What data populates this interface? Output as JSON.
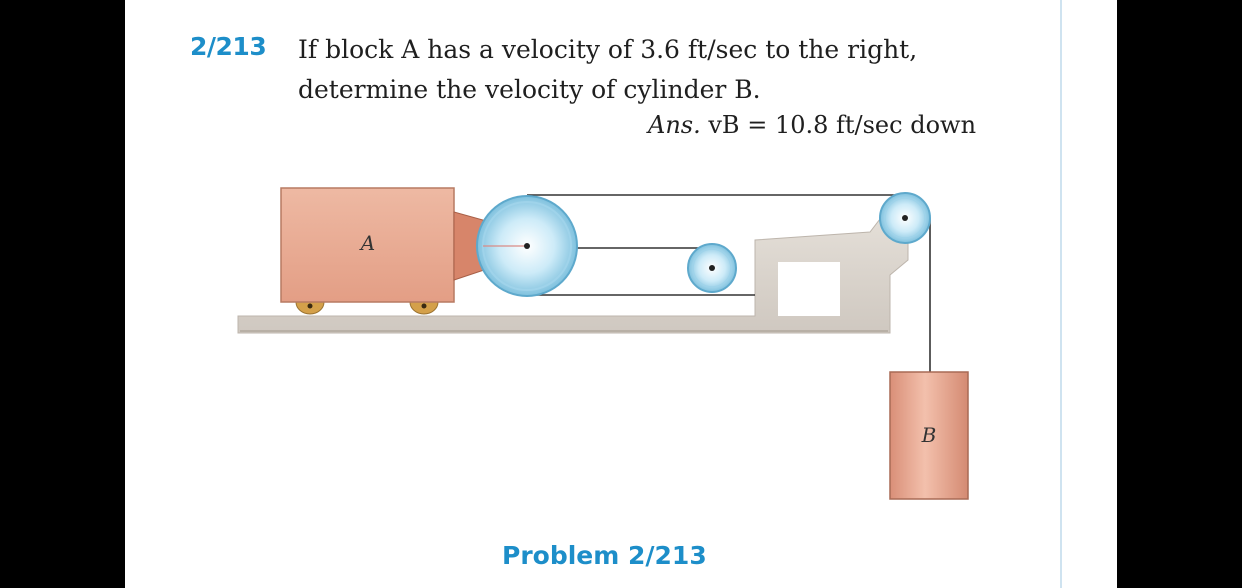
{
  "problem": {
    "number": "2/213",
    "line1": "If block A has a velocity of 3.6 ft/sec to the right,",
    "line2": "determine the velocity of cylinder B."
  },
  "answer": {
    "label": "Ans.",
    "expression": "vB = 10.8 ft/sec down"
  },
  "figure": {
    "block_label": "A",
    "cylinder_label": "B",
    "caption": "Problem 2/213"
  },
  "colors": {
    "accent": "#1d8ec9",
    "block": "#e7ad95",
    "pulley": "#bfe3f3",
    "ground": "#dcd6cf"
  }
}
